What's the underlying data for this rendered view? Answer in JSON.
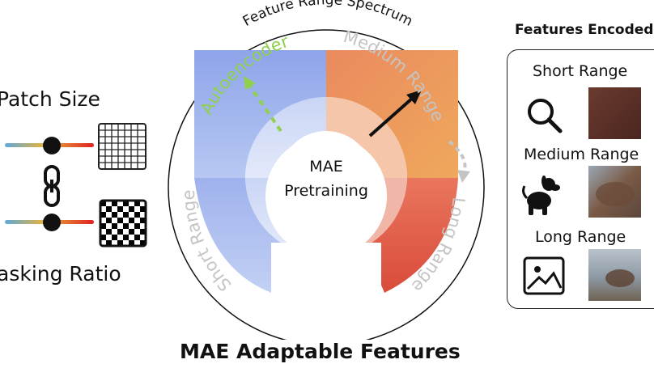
{
  "left": {
    "patch_size_label": "Patch Size",
    "masking_ratio_label": "asking Ratio"
  },
  "center": {
    "spectrum_title": "Feature Range Spectrum",
    "core_label_1": "MAE",
    "core_label_2": "Pretraining",
    "arc_autoencoder": "Autoencoder",
    "arc_medium": "Medium Range",
    "arc_long": "Long Range",
    "arc_short": "Short Range",
    "caption": "MAE Adaptable Features"
  },
  "right": {
    "panel_title": "Features Encoded",
    "short_range": "Short Range",
    "medium_range": "Medium Range",
    "long_range": "Long Range"
  },
  "colors": {
    "blue_outer": "#8ea4ea",
    "blue_inner": "#c9d5f5",
    "orange_outer": "#e98a5c",
    "orange_inner": "#f5c6a9",
    "green": "#8fd14f",
    "gray_text": "#c4c4c4"
  }
}
